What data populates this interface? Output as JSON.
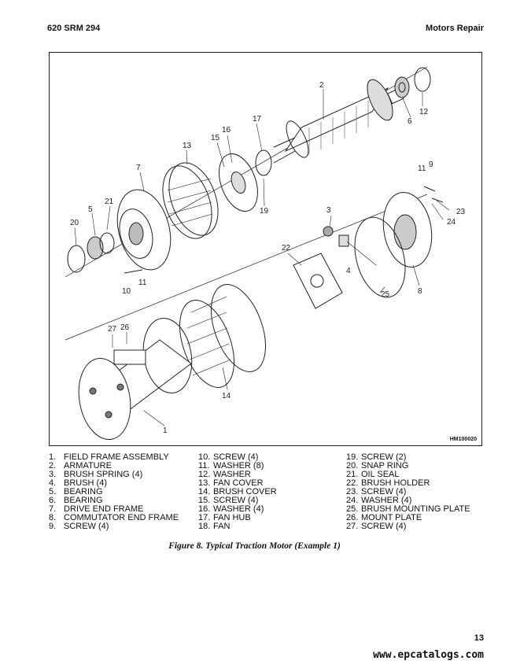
{
  "header": {
    "left": "620 SRM 294",
    "right": "Motors Repair"
  },
  "figure": {
    "code": "HM100020",
    "callouts": [
      {
        "label": "2"
      },
      {
        "label": "6"
      },
      {
        "label": "12"
      },
      {
        "label": "16"
      },
      {
        "label": "17"
      },
      {
        "label": "15"
      },
      {
        "label": "13"
      },
      {
        "label": "7"
      },
      {
        "label": "21"
      },
      {
        "label": "5"
      },
      {
        "label": "20"
      },
      {
        "label": "11"
      },
      {
        "label": "10"
      },
      {
        "label": "19"
      },
      {
        "label": "11"
      },
      {
        "label": "9"
      },
      {
        "label": "3"
      },
      {
        "label": "23"
      },
      {
        "label": "24"
      },
      {
        "label": "22"
      },
      {
        "label": "4"
      },
      {
        "label": "25"
      },
      {
        "label": "8"
      },
      {
        "label": "27"
      },
      {
        "label": "26"
      },
      {
        "label": "14"
      },
      {
        "label": "1"
      }
    ]
  },
  "legend": {
    "col1": [
      {
        "num": "1.",
        "text": "FIELD FRAME ASSEMBLY"
      },
      {
        "num": "2.",
        "text": "ARMATURE"
      },
      {
        "num": "3.",
        "text": "BRUSH SPRING (4)"
      },
      {
        "num": "4.",
        "text": "BRUSH (4)"
      },
      {
        "num": "5.",
        "text": "BEARING"
      },
      {
        "num": "6.",
        "text": "BEARING"
      },
      {
        "num": "7.",
        "text": "DRIVE END FRAME"
      },
      {
        "num": "8.",
        "text": "COMMUTATOR END FRAME"
      },
      {
        "num": "9.",
        "text": "SCREW (4)"
      }
    ],
    "col2": [
      {
        "num": "10.",
        "text": "SCREW (4)"
      },
      {
        "num": "11.",
        "text": "WASHER (8)"
      },
      {
        "num": "12.",
        "text": "WASHER"
      },
      {
        "num": "13.",
        "text": "FAN COVER"
      },
      {
        "num": "14.",
        "text": "BRUSH COVER"
      },
      {
        "num": "15.",
        "text": "SCREW (4)"
      },
      {
        "num": "16.",
        "text": "WASHER (4)"
      },
      {
        "num": "17.",
        "text": "FAN HUB"
      },
      {
        "num": "18.",
        "text": "FAN"
      }
    ],
    "col3": [
      {
        "num": "19.",
        "text": "SCREW (2)"
      },
      {
        "num": "20.",
        "text": "SNAP RING"
      },
      {
        "num": "21.",
        "text": "OIL SEAL"
      },
      {
        "num": "22.",
        "text": "BRUSH HOLDER"
      },
      {
        "num": "23.",
        "text": "SCREW (4)"
      },
      {
        "num": "24.",
        "text": "WASHER (4)"
      },
      {
        "num": "25.",
        "text": "BRUSH MOUNTING PLATE"
      },
      {
        "num": "26.",
        "text": "MOUNT PLATE"
      },
      {
        "num": "27.",
        "text": "SCREW (4)"
      }
    ]
  },
  "caption": "Figure 8.  Typical Traction Motor (Example 1)",
  "page_number": "13",
  "footer_url": "www.epcatalogs.com"
}
